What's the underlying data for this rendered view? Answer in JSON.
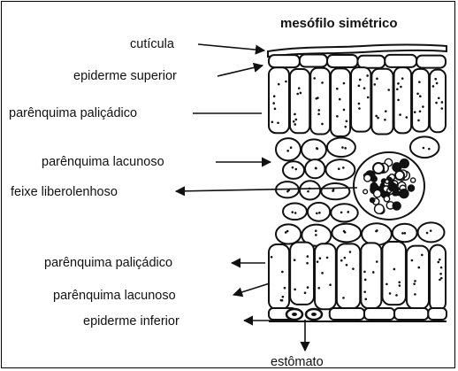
{
  "title": "mesófilo simétrico",
  "labels": {
    "cuticula": "cutícula",
    "epiderme_superior": "epiderme superior",
    "parenquima_palicadico_top": "parênquima paliçádico",
    "parenquima_lacunoso_top": "parênquima lacunoso",
    "feixe": "feixe liberolenhoso",
    "parenquima_palicadico_bottom": "parênquima paliçádico",
    "parenquima_lacunoso_bottom": "parênquima lacunoso",
    "epiderme_inferior": "epiderme inferior",
    "estomato": "estômato"
  },
  "colors": {
    "ink": "#111111",
    "background": "#ffffff"
  }
}
